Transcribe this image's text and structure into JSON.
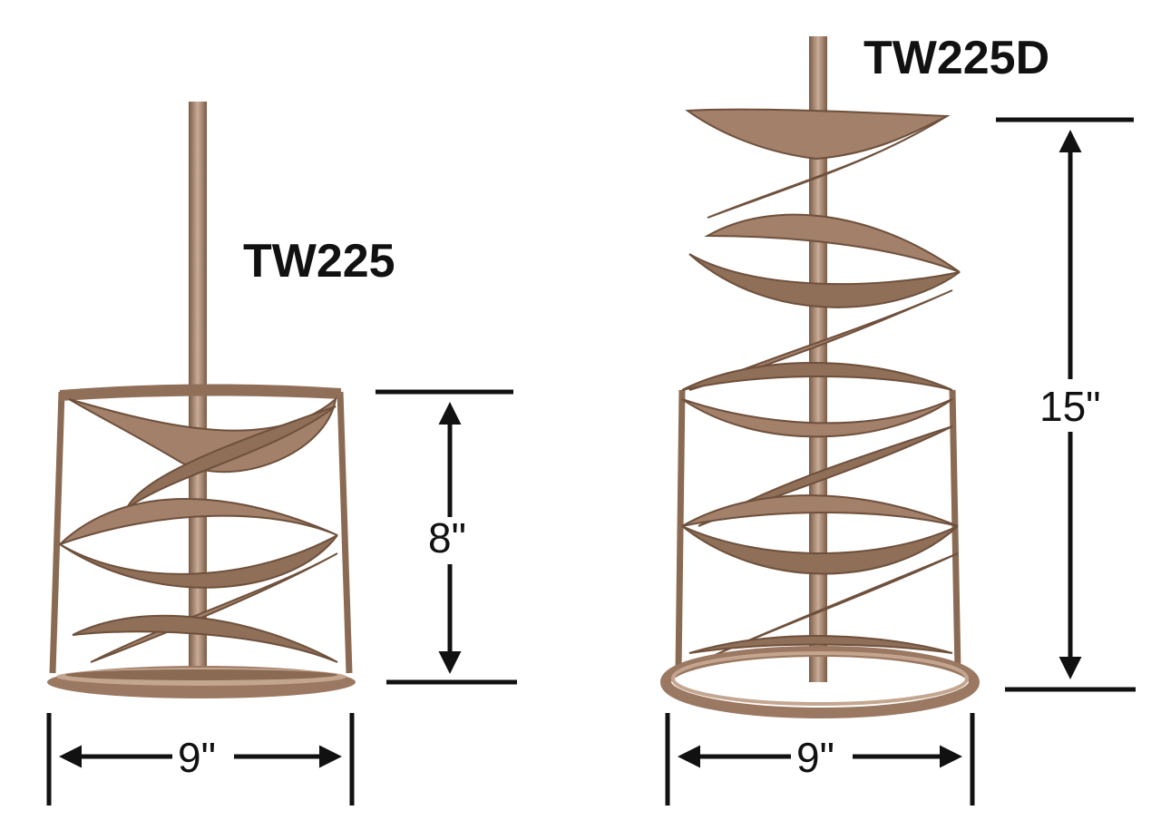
{
  "models": {
    "left": {
      "name": "TW225"
    },
    "right": {
      "name": "TW225D"
    }
  },
  "dimensions": {
    "left_height": "8\"",
    "left_width": "9\"",
    "right_height": "15\"",
    "right_width": "9\""
  },
  "colors": {
    "metal_dark": "#7a5a44",
    "metal_mid": "#a88670",
    "metal_light": "#c9ad99",
    "ink": "#111111",
    "background": "#ffffff"
  }
}
